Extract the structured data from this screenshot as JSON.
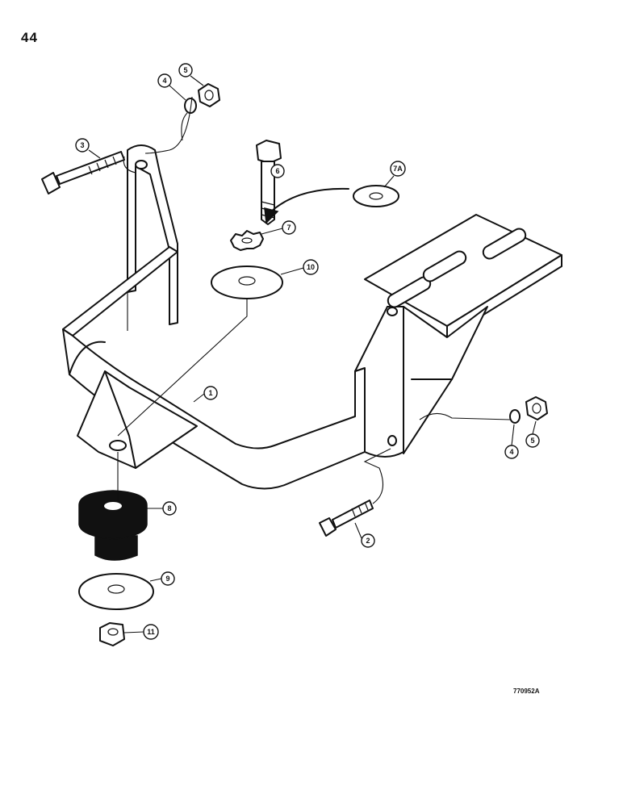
{
  "page_number": "44",
  "drawing_id": "770952A",
  "callouts": {
    "c1": "1",
    "c2": "2",
    "c3": "3",
    "c4a": "4",
    "c4b": "4",
    "c5a": "5",
    "c5b": "5",
    "c6": "6",
    "c7": "7",
    "c7a": "7A",
    "c8": "8",
    "c9": "9",
    "c10": "10",
    "c11": "11"
  }
}
